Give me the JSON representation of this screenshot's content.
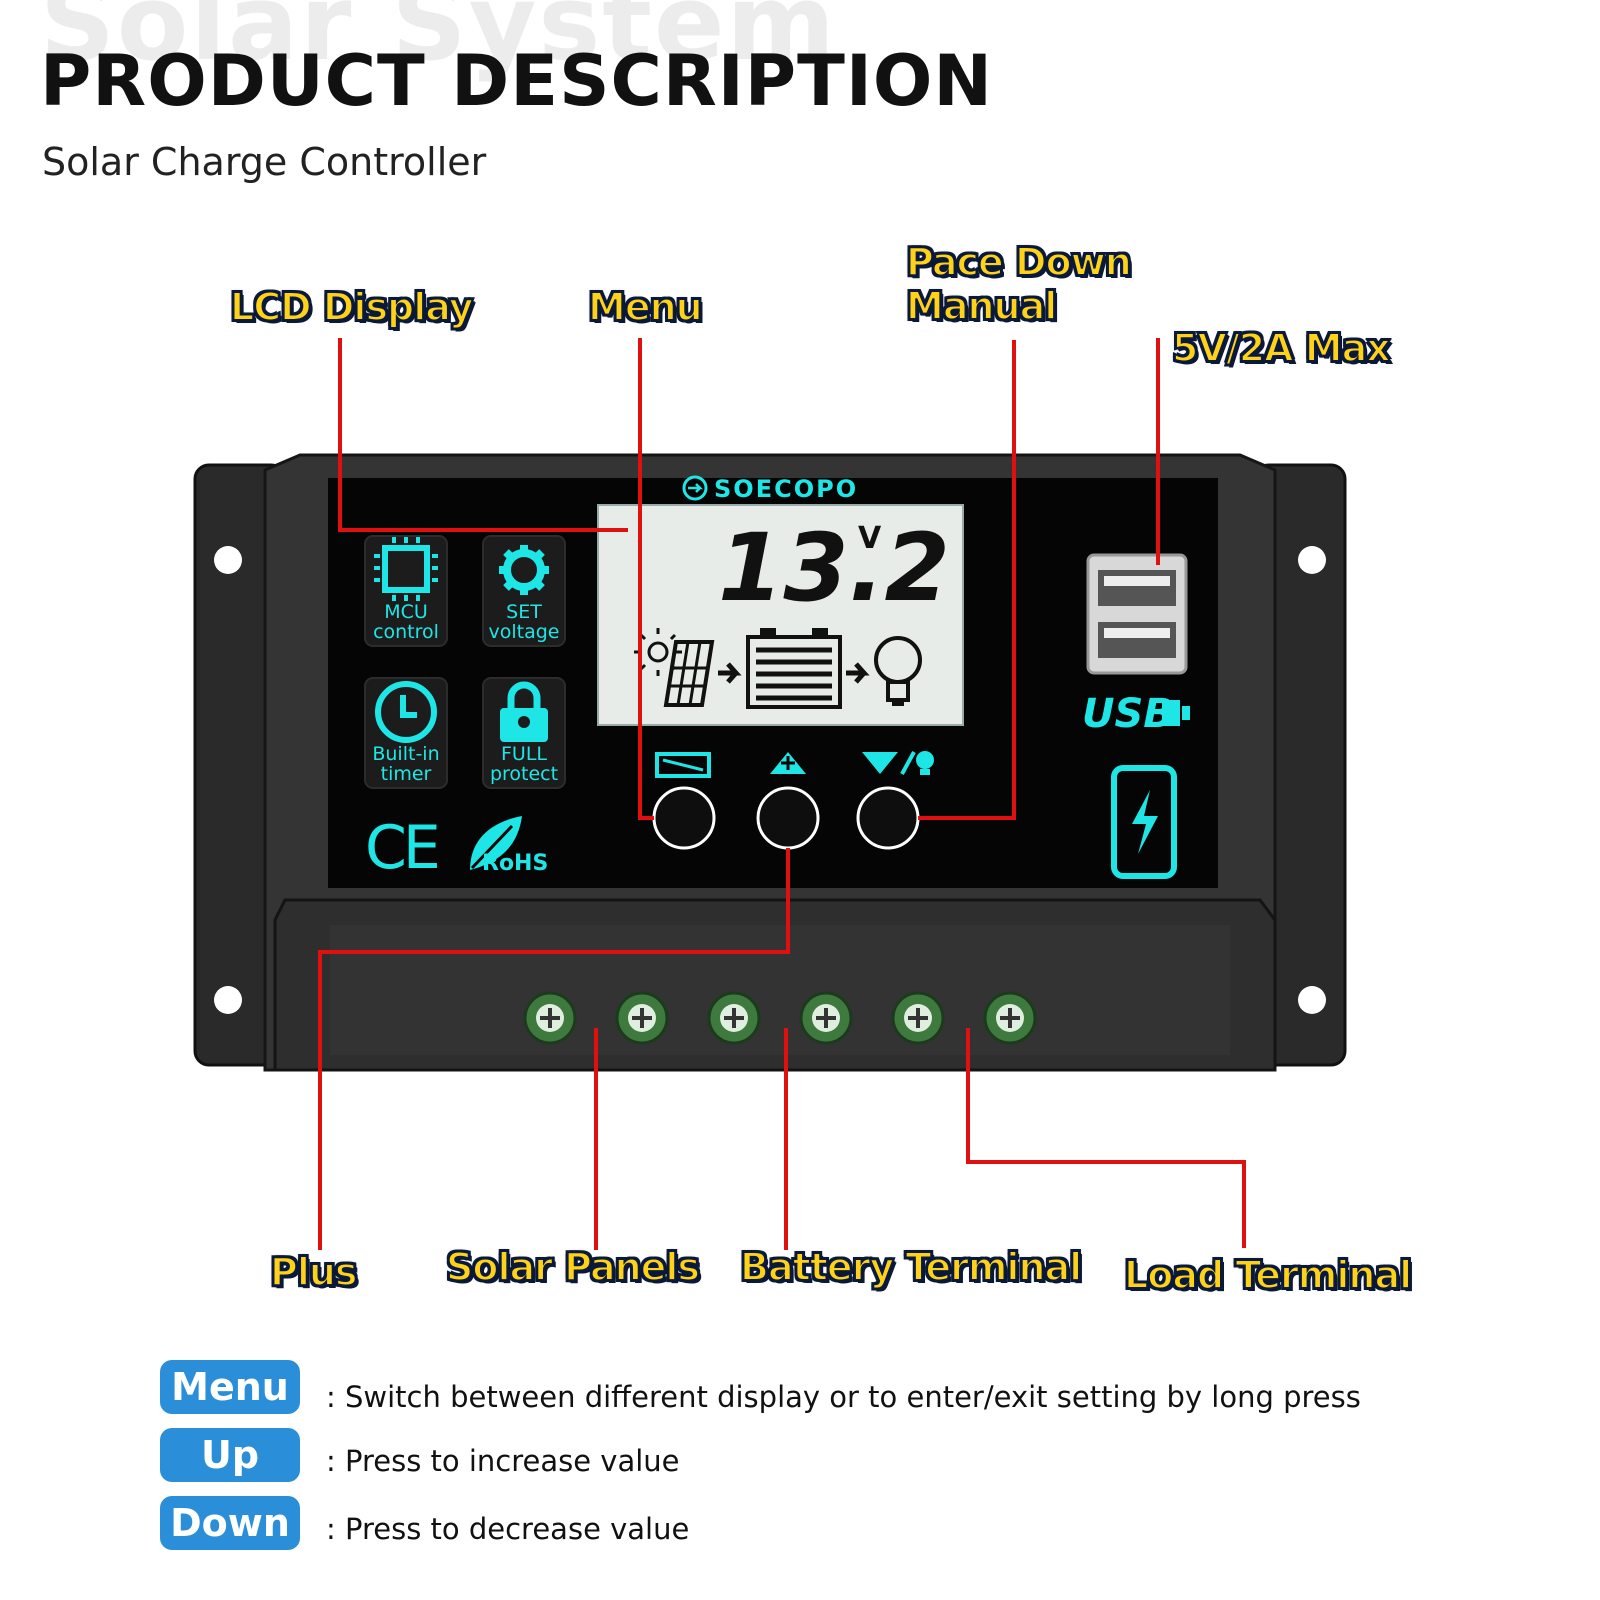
{
  "watermark": "Solar System",
  "header": {
    "title": "PRODUCT DESCRIPTION",
    "subtitle": "Solar Charge Controller"
  },
  "device": {
    "brand": "SOECOPO",
    "lcd_voltage": "13.2",
    "lcd_unit": "V",
    "features": [
      {
        "line1": "MCU",
        "line2": "control"
      },
      {
        "line1": "SET",
        "line2": "voltage"
      },
      {
        "line1": "Built-in",
        "line2": "timer"
      },
      {
        "line1": "FULL",
        "line2": "protect"
      }
    ],
    "ce_mark": "CE",
    "rohs_mark": "RoHS",
    "usb_label": "USB",
    "accent_color": "#1ee6e6",
    "red_line_color": "#e01010"
  },
  "callouts": {
    "lcd_display": "LCD Display",
    "menu": "Menu",
    "pace_down_1": "Pace Down",
    "pace_down_2": "Manual",
    "usb_max": "5V/2A Max",
    "plus": "Plus",
    "solar_panels": "Solar Panels",
    "battery_terminal": "Battery Terminal",
    "load_terminal": "Load Terminal"
  },
  "legend": [
    {
      "key": "Menu",
      "text": ": Switch between different display or to enter/exit setting by long press"
    },
    {
      "key": "Up",
      "text": ": Press to increase value"
    },
    {
      "key": "Down",
      "text": ": Press to decrease value"
    }
  ]
}
